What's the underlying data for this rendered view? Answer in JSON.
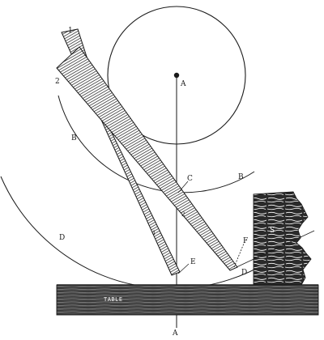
{
  "labels": {
    "one": "1",
    "two": "2",
    "a_top": "A",
    "a_bottom": "A",
    "b_left": "B",
    "b_right": "B",
    "c": "C",
    "d_left": "D",
    "d_right": "D",
    "e": "E",
    "f": "F",
    "s": "S",
    "blade_mark_1": "1",
    "blade_mark_2": "2",
    "table": "TABLE"
  },
  "colors": {
    "ink": "#1a1a1a",
    "paper": "#ffffff",
    "wood": "#3a3a3a"
  }
}
